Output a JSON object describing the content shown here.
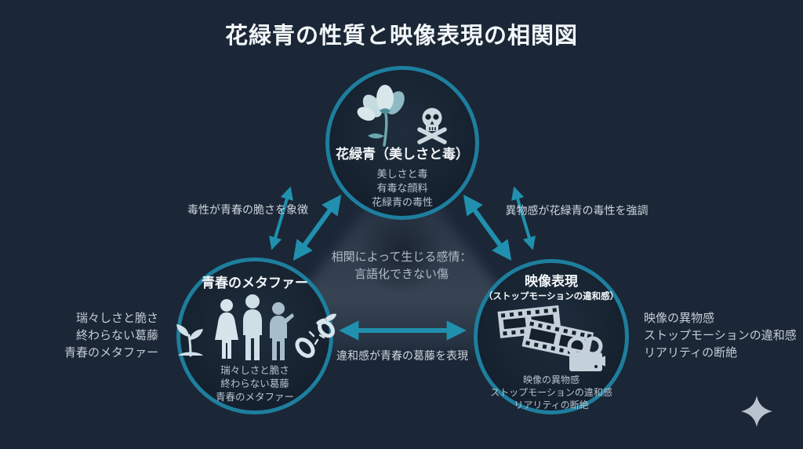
{
  "title": "花緑青の性質と映像表現の相関図",
  "colors": {
    "background": "#1b2736",
    "circle_border": "#1e7e9e",
    "arrow": "#2090ae",
    "text_primary": "#f2f6f9",
    "text_secondary": "#b7c3cd"
  },
  "nodes": {
    "top": {
      "title": "花緑青（美しさと毒）",
      "items": [
        "美しさと毒",
        "有毒な顔料",
        "花緑青の毒性"
      ],
      "icons": [
        "flower-icon",
        "skull-icon"
      ]
    },
    "left": {
      "title": "青春のメタファー",
      "items": [
        "瑞々しさと脆さ",
        "終わらない葛藤",
        "青春のメタファー"
      ],
      "icons": [
        "sprout-icon",
        "people-icon",
        "broken-chain-icon"
      ]
    },
    "right": {
      "title": "映像表現",
      "subtitle": "（ストップモーションの違和感）",
      "items": [
        "映像の異物感",
        "ストップモーションの違和感",
        "リアリティの断絶"
      ],
      "icons": [
        "film-strips-icon",
        "movie-camera-icon"
      ]
    }
  },
  "edges": {
    "top_left": {
      "label": "毒性が青春の脆さを象徴"
    },
    "top_right": {
      "label": "異物感が花緑青の毒性を強調"
    },
    "bottom": {
      "label": "違和感が青春の葛藤を表現"
    }
  },
  "center_note": {
    "line1": "相関によって生じる感情：",
    "line2": "言語化できない傷"
  },
  "side_notes": {
    "left": [
      "瑞々しさと脆さ",
      "終わらない葛藤",
      "青春のメタファー"
    ],
    "right": [
      "映像の異物感",
      "ストップモーションの違和感",
      "リアリティの断絶"
    ]
  },
  "decorations": {
    "sparkle": "sparkle-icon"
  }
}
